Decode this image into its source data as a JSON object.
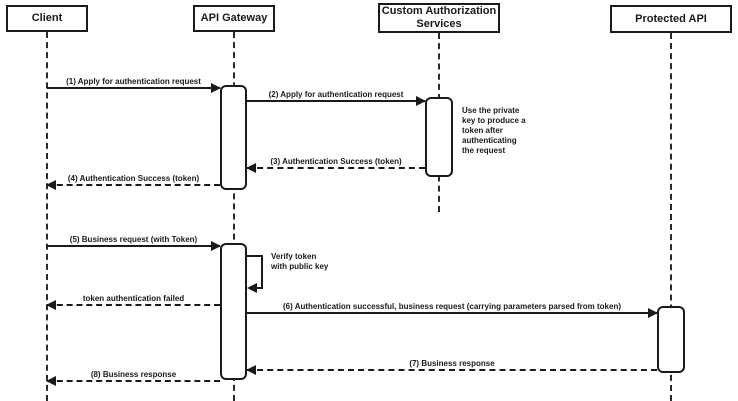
{
  "diagram": {
    "type": "sequence-diagram",
    "participants": [
      {
        "id": "client",
        "label": "Client"
      },
      {
        "id": "api-gateway",
        "label": "API Gateway"
      },
      {
        "id": "custom-auth-services",
        "label": "Custom Authorization\nServices"
      },
      {
        "id": "protected-api",
        "label": "Protected API"
      }
    ],
    "messages": [
      {
        "number": 1,
        "label": "(1) Apply for authentication request",
        "from": "client",
        "to": "api-gateway",
        "style": "solid"
      },
      {
        "number": 2,
        "label": "(2) Apply for authentication request",
        "from": "api-gateway",
        "to": "custom-auth-services",
        "style": "solid"
      },
      {
        "number": 3,
        "label": "(3) Authentication Success (token)",
        "from": "custom-auth-services",
        "to": "api-gateway",
        "style": "dashed"
      },
      {
        "number": 4,
        "label": "(4) Authentication Success (token)",
        "from": "api-gateway",
        "to": "client",
        "style": "dashed"
      },
      {
        "number": 5,
        "label": "(5) Business request (with Token)",
        "from": "client",
        "to": "api-gateway",
        "style": "solid"
      },
      {
        "number": null,
        "label": "token authentication failed",
        "from": "api-gateway",
        "to": "client",
        "style": "dashed"
      },
      {
        "number": 6,
        "label": "(6) Authentication successful, business request (carrying parameters parsed from token)",
        "from": "api-gateway",
        "to": "protected-api",
        "style": "solid"
      },
      {
        "number": 7,
        "label": "(7) Business response",
        "from": "protected-api",
        "to": "api-gateway",
        "style": "dashed"
      },
      {
        "number": 8,
        "label": "(8) Business response",
        "from": "api-gateway",
        "to": "client",
        "style": "dashed"
      }
    ],
    "self_message": {
      "label": "Verify token\nwith public key",
      "on": "api-gateway",
      "style": "solid"
    },
    "note": {
      "text": "Use the private\nkey to produce a\ntoken after\nauthenticating\nthe request",
      "attached_to": "custom-auth-services"
    },
    "colors": {
      "line": "#1a1a1a",
      "background": "#ffffff",
      "shape_fill": "#ffffff"
    }
  }
}
